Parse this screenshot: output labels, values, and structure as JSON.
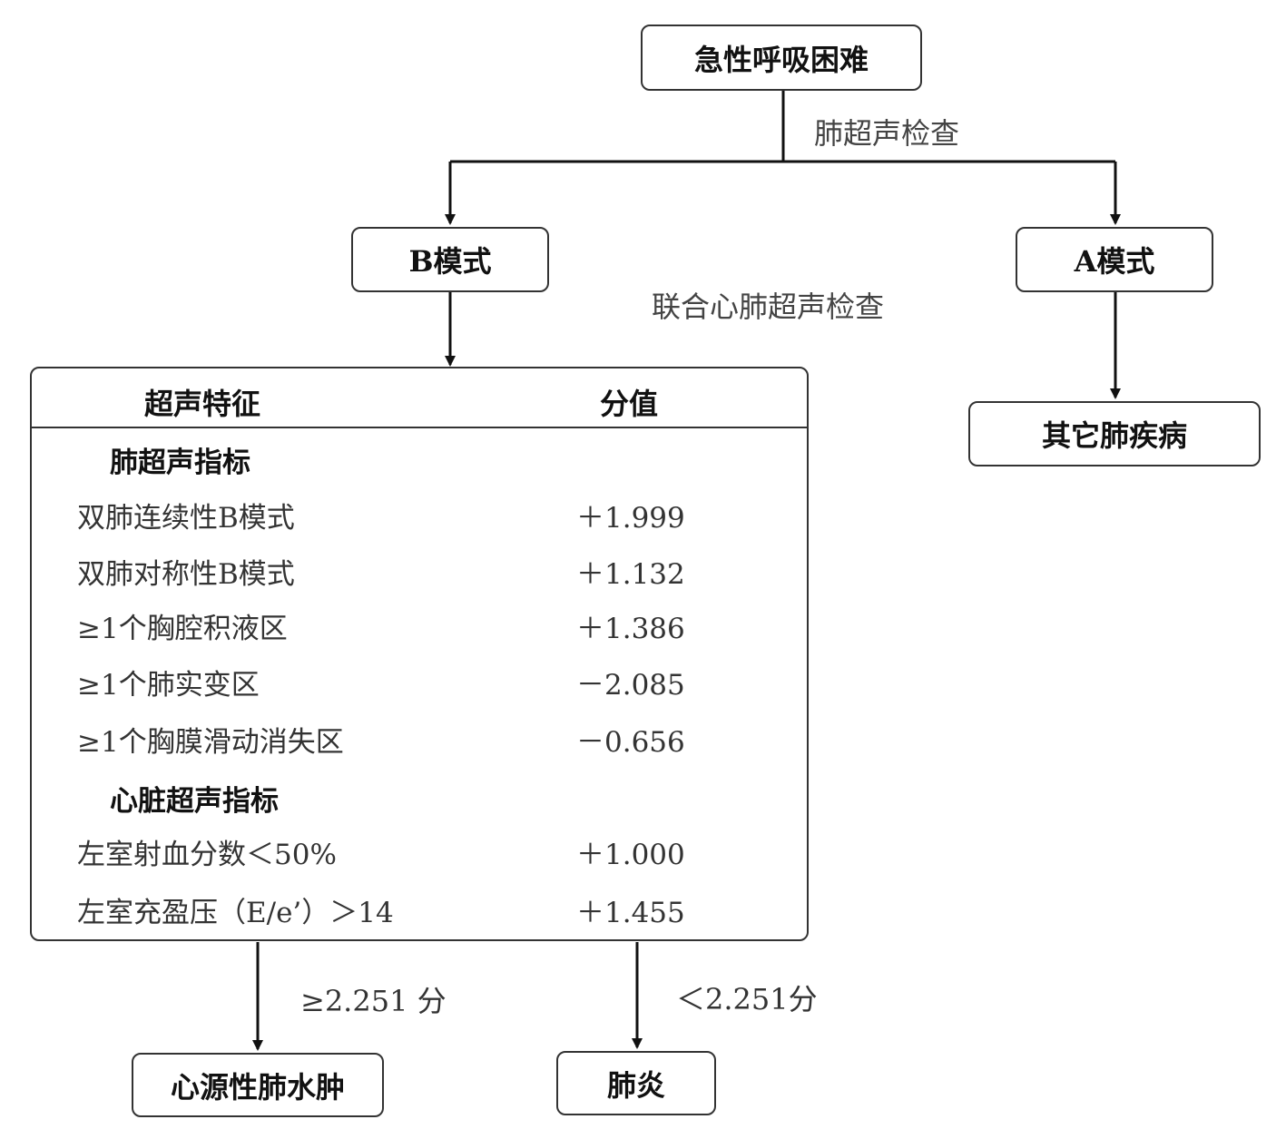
{
  "nodes": {
    "root": "急性呼吸困难",
    "b_mode": "B模式",
    "a_mode": "A模式",
    "other": "其它肺疾病",
    "cardiogenic": "心源性肺水肿",
    "pneumonia": "肺炎"
  },
  "edge_labels": {
    "lung_us": "肺超声检查",
    "combined_us": "联合心肺超声检查",
    "ge_threshold": "≥2.251 分",
    "lt_threshold": "＜2.251分"
  },
  "table": {
    "header_feature": "超声特征",
    "header_score": "分值",
    "lung_section": "肺超声指标",
    "lung_rows": [
      {
        "name": "双肺连续性B模式",
        "score": "＋1.999"
      },
      {
        "name": "双肺对称性B模式",
        "score": "＋1.132"
      },
      {
        "name": "≥1个胸腔积液区",
        "score": "＋1.386"
      },
      {
        "name": "≥1个肺实变区",
        "score": "－2.085"
      },
      {
        "name": "≥1个胸膜滑动消失区",
        "score": "－0.656"
      }
    ],
    "heart_section": "心脏超声指标",
    "heart_rows": [
      {
        "name": "左室射血分数＜50%",
        "score": "＋1.000"
      },
      {
        "name": "左室充盈压（E/e’）＞14",
        "score": "＋1.455"
      }
    ]
  }
}
